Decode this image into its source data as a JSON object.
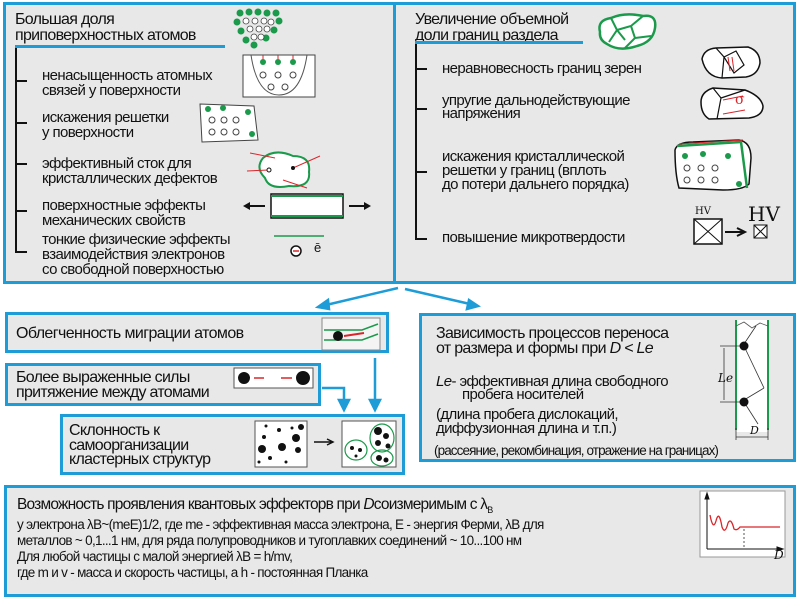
{
  "left_panel": {
    "title": [
      "Большая доля",
      "приповерхностных атомов"
    ],
    "items": [
      [
        "ненасыщенность атомных",
        "связей у поверхности"
      ],
      [
        "искажения решетки",
        "у поверхности"
      ],
      [
        "эффективный сток  для",
        "кристаллических дефектов"
      ],
      [
        "поверхностные эффекты",
        "механических свойств"
      ],
      [
        "тонкие физические эффекты",
        "взаимодействия электронов",
        "со свободной поверхностью"
      ]
    ],
    "electron_label": "ē"
  },
  "right_panel": {
    "title": [
      "Увеличение объемной",
      "доли границ раздела"
    ],
    "items": [
      [
        "неравновесность границ зерен"
      ],
      [
        "упругие дальнодействующие",
        "напряжения"
      ],
      [
        "искажения кристаллической",
        "решетки у границ (вплоть",
        "до потери дальнего порядка)"
      ],
      [
        "повышение микротвердости"
      ]
    ],
    "sigma": "σ",
    "hv_small": "HV",
    "hv_large": "HV"
  },
  "migration": "Облегченность миграции атомов",
  "attraction": [
    "Более выраженные силы",
    "притяжение между атомами"
  ],
  "clusters": [
    "Склонность к",
    "самоорганизации",
    "кластерных структур"
  ],
  "transport": {
    "title": [
      "Зависимость процессов переноса",
      "от размера и формы при "
    ],
    "title_cond": "D < Le",
    "le_term": "Le",
    "le_def": [
      "- эффективная длина свободного",
      "пробега носителей"
    ],
    "paren1": [
      "(длина пробега дислокаций,",
      "диффузионная длина и т.п.)"
    ],
    "paren2": "(рассеяние, рекомбинация, отражение на границах)",
    "label_le": "Le",
    "label_d": "D"
  },
  "quantum": {
    "title_a": "Возможность проявления квантовых эффекторв при ",
    "title_d": "D",
    "title_b": "соизмеримым с λ",
    "title_sub": "B",
    "lines": [
      "у электрона λB~(meE)1/2, где me - эффективная масса электрона, E - энергия Ферми, λB для",
      "металлов ~ 0,1...1 нм, для ряда полупроводников и тугоплавких соединений ~ 10...100 нм",
      "Для любой частицы с малой энергией λB = h/mv,",
      "где m и v - масса и скорость частицы, а h - постоянная Планка"
    ],
    "axis_label": "D"
  },
  "colors": {
    "border": "#1e9cd7",
    "panel": "#e8e8e8",
    "green": "#1a9a4a",
    "red": "#d9262b"
  }
}
